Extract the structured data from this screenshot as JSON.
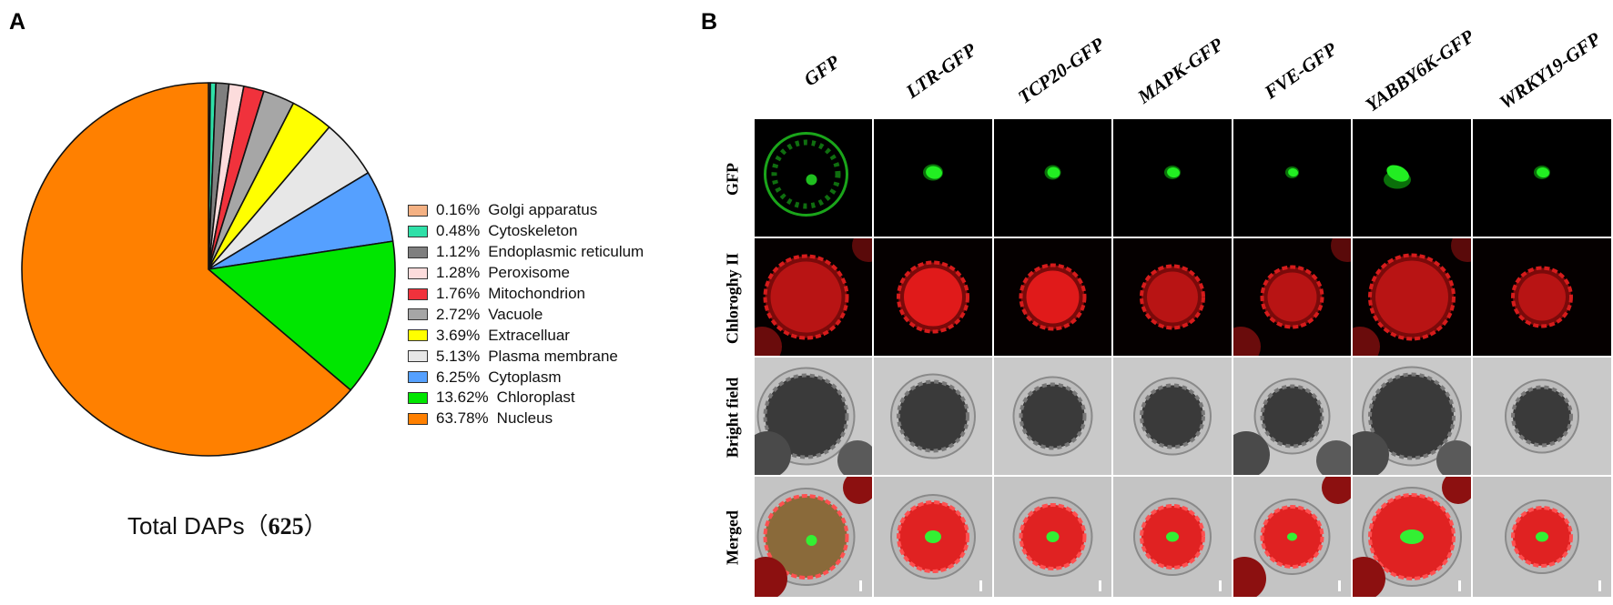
{
  "panel_a_label": "A",
  "panel_b_label": "B",
  "chart_data": {
    "type": "pie",
    "start_angle_deg": 90,
    "direction": "clockwise",
    "slices": [
      {
        "label": "Golgi apparatus",
        "percent_label": "0.16%",
        "value": 0.16,
        "color": "#f4b183"
      },
      {
        "label": "Cytoskeleton",
        "percent_label": "0.48%",
        "value": 0.48,
        "color": "#2fe0a8"
      },
      {
        "label": "Endoplasmic reticulum",
        "percent_label": "1.12%",
        "value": 1.12,
        "color": "#7f7f7f"
      },
      {
        "label": "Peroxisome",
        "percent_label": "1.28%",
        "value": 1.28,
        "color": "#fcdcdc"
      },
      {
        "label": "Mitochondrion",
        "percent_label": "1.76%",
        "value": 1.76,
        "color": "#f0323c"
      },
      {
        "label": "Vacuole",
        "percent_label": "2.72%",
        "value": 2.72,
        "color": "#a6a6a6"
      },
      {
        "label": "Extracelluar",
        "percent_label": "3.69%",
        "value": 3.69,
        "color": "#ffff00"
      },
      {
        "label": "Plasma membrane",
        "percent_label": "5.13%",
        "value": 5.13,
        "color": "#e7e7e7"
      },
      {
        "label": "Cytoplasm",
        "percent_label": "6.25%",
        "value": 6.25,
        "color": "#55a0ff"
      },
      {
        "label": "Chloroplast",
        "percent_label": "13.62%",
        "value": 13.62,
        "color": "#00e600"
      },
      {
        "label": "Nucleus",
        "percent_label": "63.78%",
        "value": 63.78,
        "color": "#ff8000"
      }
    ]
  },
  "total": {
    "label": "Total DAPs（",
    "count": "625",
    "close": "）"
  },
  "panel_b": {
    "columns": [
      "GFP",
      "LTR-GFP",
      "TCP20-GFP",
      "MAPK-GFP",
      "FVE-GFP",
      "YABBY6K-GFP",
      "WRKY19-GFP"
    ],
    "rows": [
      "GFP",
      "Chloroghy II",
      "Bright field",
      "Merged"
    ]
  }
}
